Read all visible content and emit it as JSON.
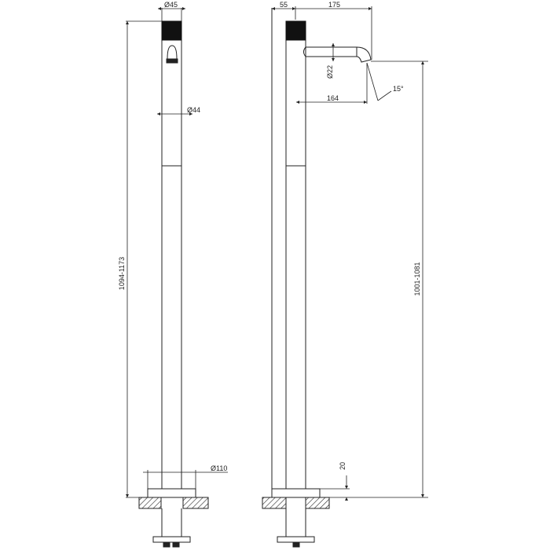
{
  "drawing": {
    "title": "Floor-standing basin mixer technical drawing",
    "colors": {
      "line": "#222222",
      "dim": "#555555",
      "fill": "#111111",
      "background": "#ffffff"
    },
    "front_view": {
      "dim_top_diameter": "Ø45",
      "dim_body_diameter": "Ø44",
      "dim_overall_height": "1094-1173",
      "dim_base_diameter": "Ø110"
    },
    "side_view": {
      "dim_offset": "55",
      "dim_spout_reach": "175",
      "dim_spout_diameter": "Ø22",
      "dim_spout_length": "164",
      "dim_angle": "15°",
      "dim_spout_height": "1001-1081",
      "dim_base_height": "20"
    }
  }
}
